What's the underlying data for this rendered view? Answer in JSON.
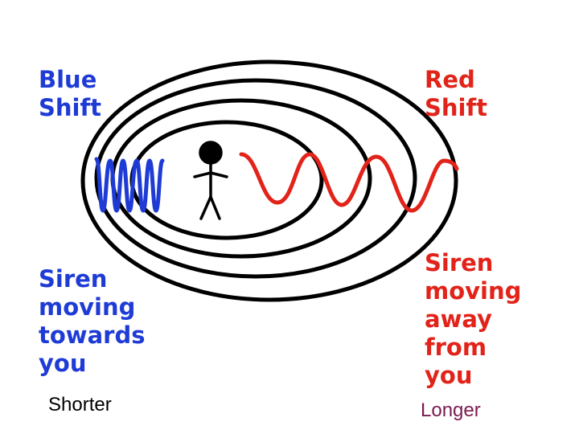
{
  "labels": {
    "blue_shift": "Blue\nShift",
    "red_shift": "Red\nShift",
    "siren_toward": "Siren\nmoving\ntowards\nyou",
    "siren_away": "Siren\nmoving\naway\nfrom\nyou"
  },
  "captions": {
    "shorter": "Shorter",
    "longer": "Longer"
  },
  "colors": {
    "blue": "#1e3bd6",
    "red": "#e2231a",
    "rings": "#000000",
    "longer_caption": "#7a1a52"
  },
  "icons": [
    "stick-figure-icon"
  ]
}
